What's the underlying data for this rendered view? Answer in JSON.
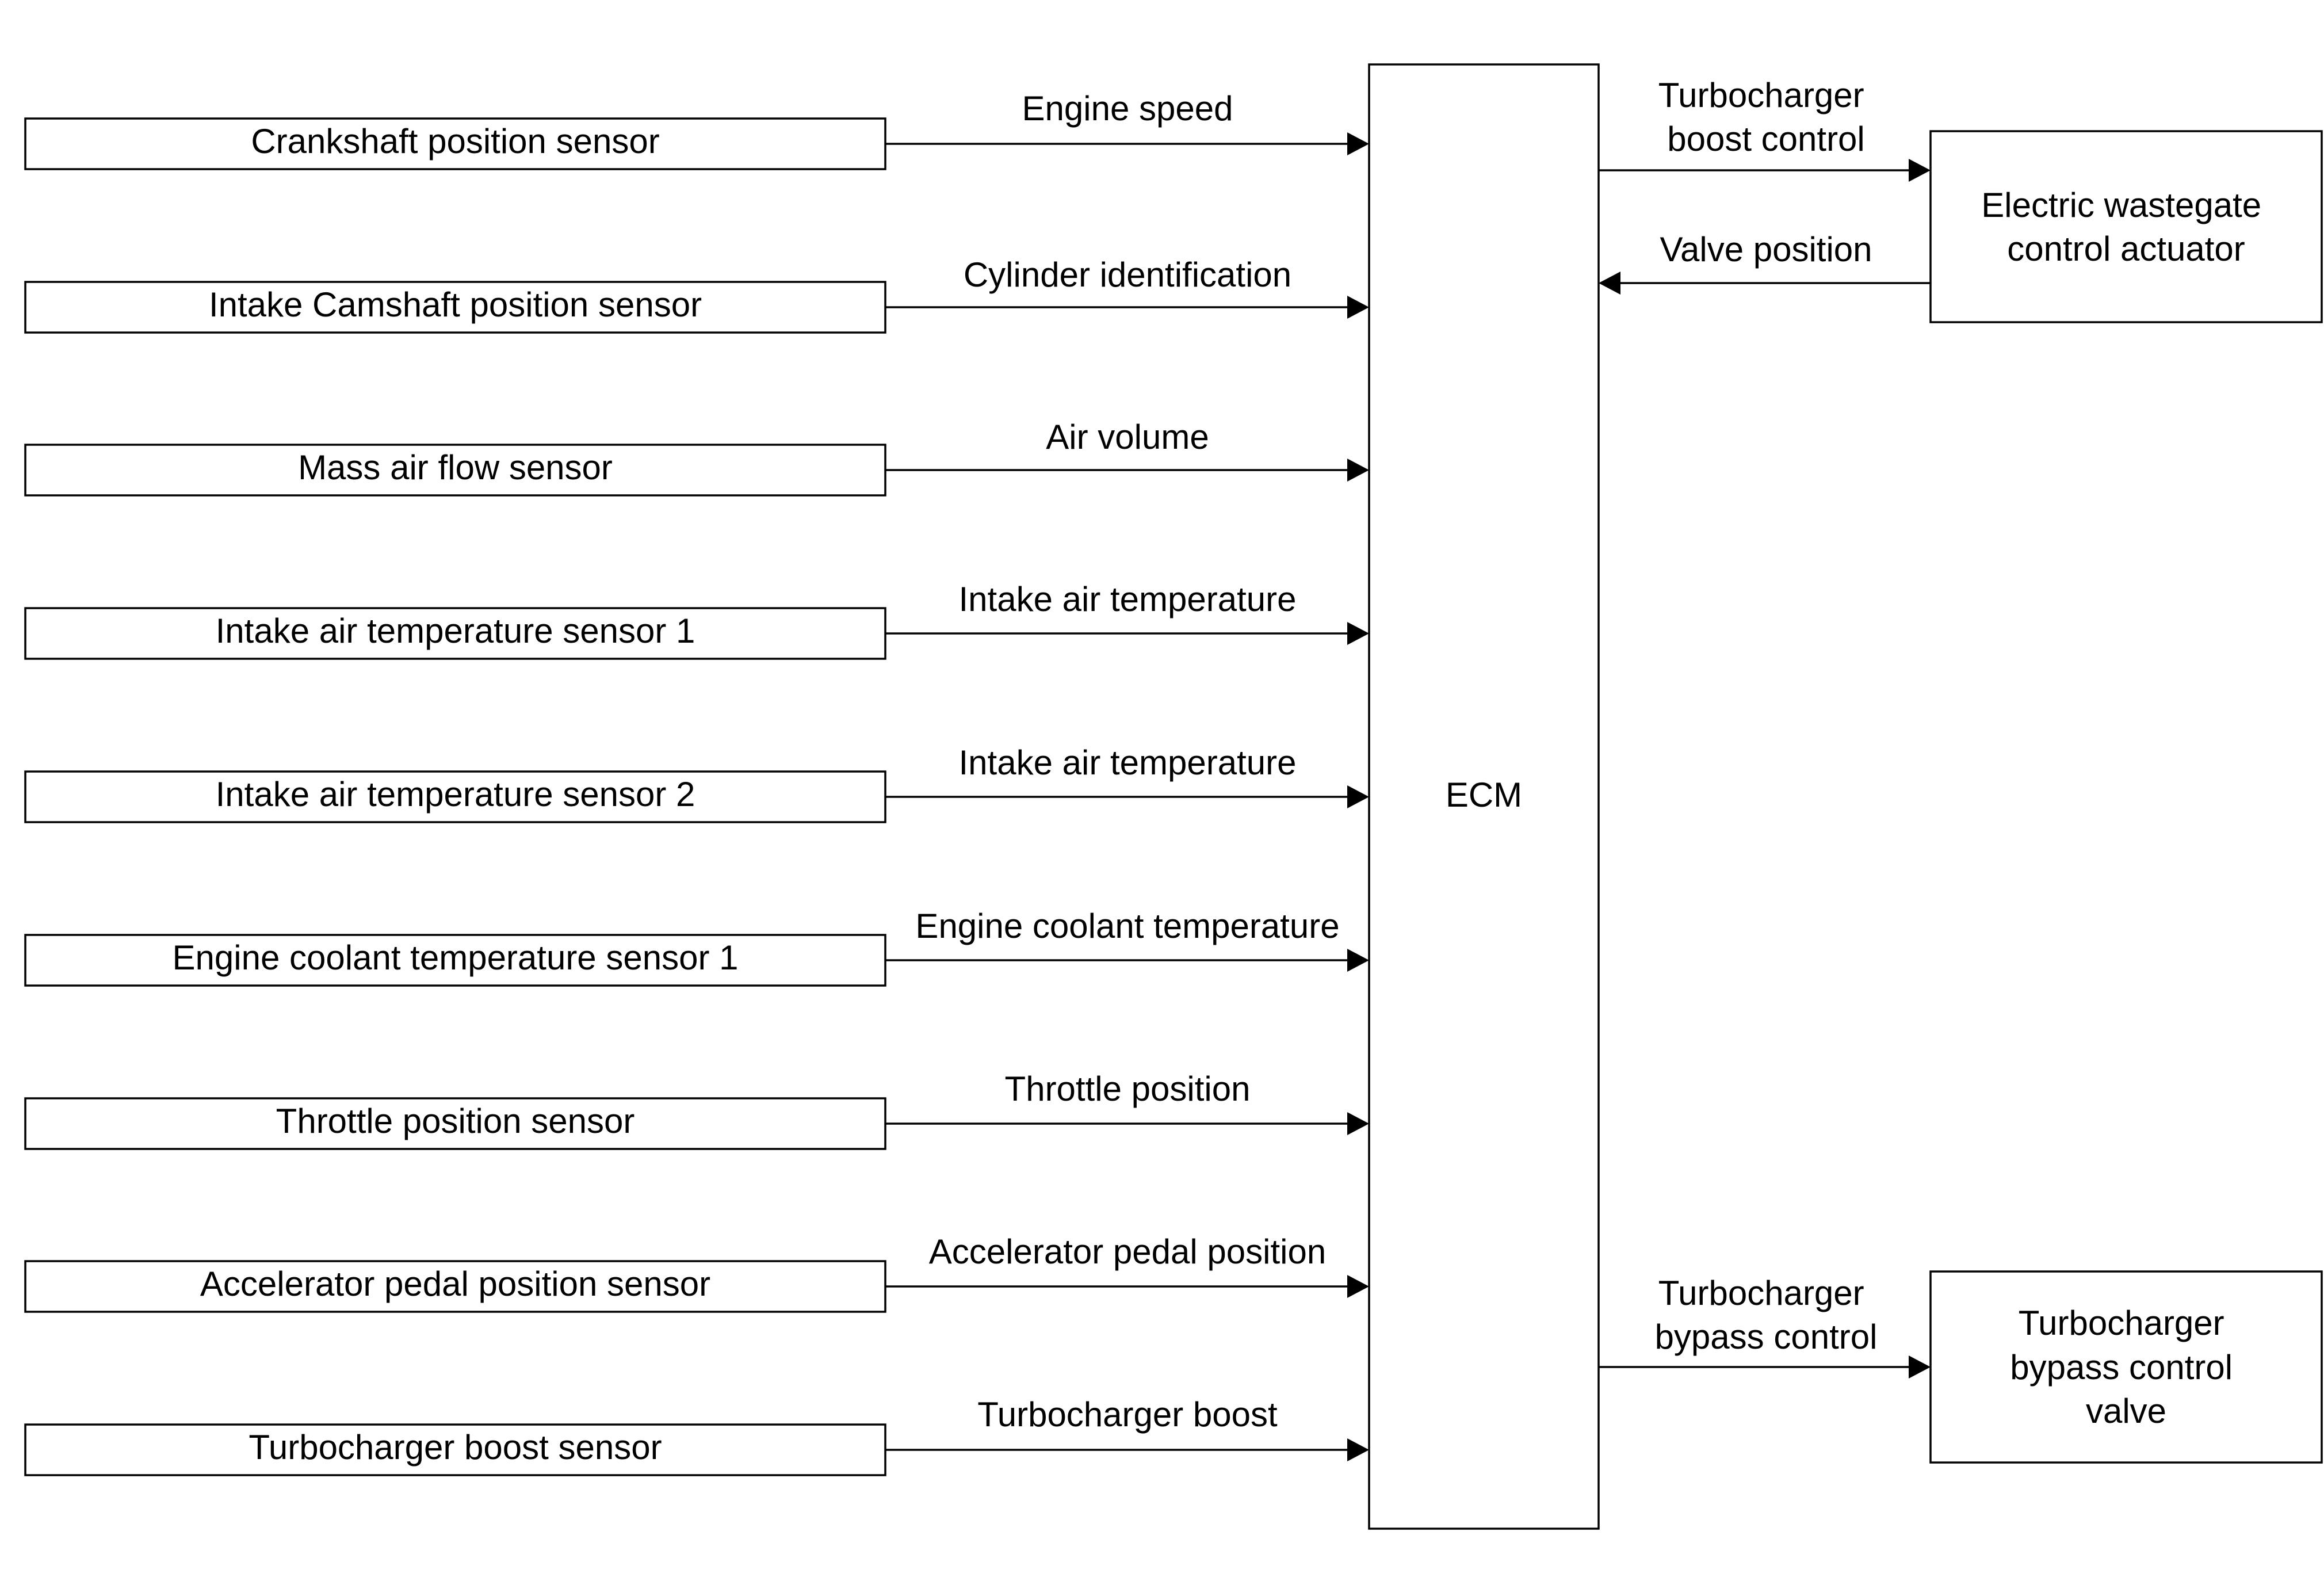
{
  "sensors": [
    {
      "label": "Crankshaft position sensor",
      "signal": "Engine speed"
    },
    {
      "label": "Intake Camshaft position sensor",
      "signal": "Cylinder identification"
    },
    {
      "label": "Mass air flow sensor",
      "signal": "Air volume"
    },
    {
      "label": "Intake air temperature sensor 1",
      "signal": "Intake air temperature"
    },
    {
      "label": "Intake air temperature sensor 2",
      "signal": "Intake air temperature"
    },
    {
      "label": "Engine coolant temperature sensor 1",
      "signal": "Engine coolant temperature"
    },
    {
      "label": "Throttle position sensor",
      "signal": "Throttle position"
    },
    {
      "label": "Accelerator pedal position sensor",
      "signal": "Accelerator pedal position"
    },
    {
      "label": "Turbocharger boost sensor",
      "signal": "Turbocharger boost"
    }
  ],
  "ecm": {
    "label": "ECM"
  },
  "actuators": [
    {
      "label_lines": [
        "Electric wastegate",
        "control actuator"
      ],
      "output_signal_lines": [
        "Turbocharger",
        "boost control"
      ],
      "feedback_signal": "Valve position"
    },
    {
      "label_lines": [
        "Turbocharger",
        "bypass control",
        "valve"
      ],
      "output_signal_lines": [
        "Turbocharger",
        "bypass control"
      ]
    }
  ]
}
